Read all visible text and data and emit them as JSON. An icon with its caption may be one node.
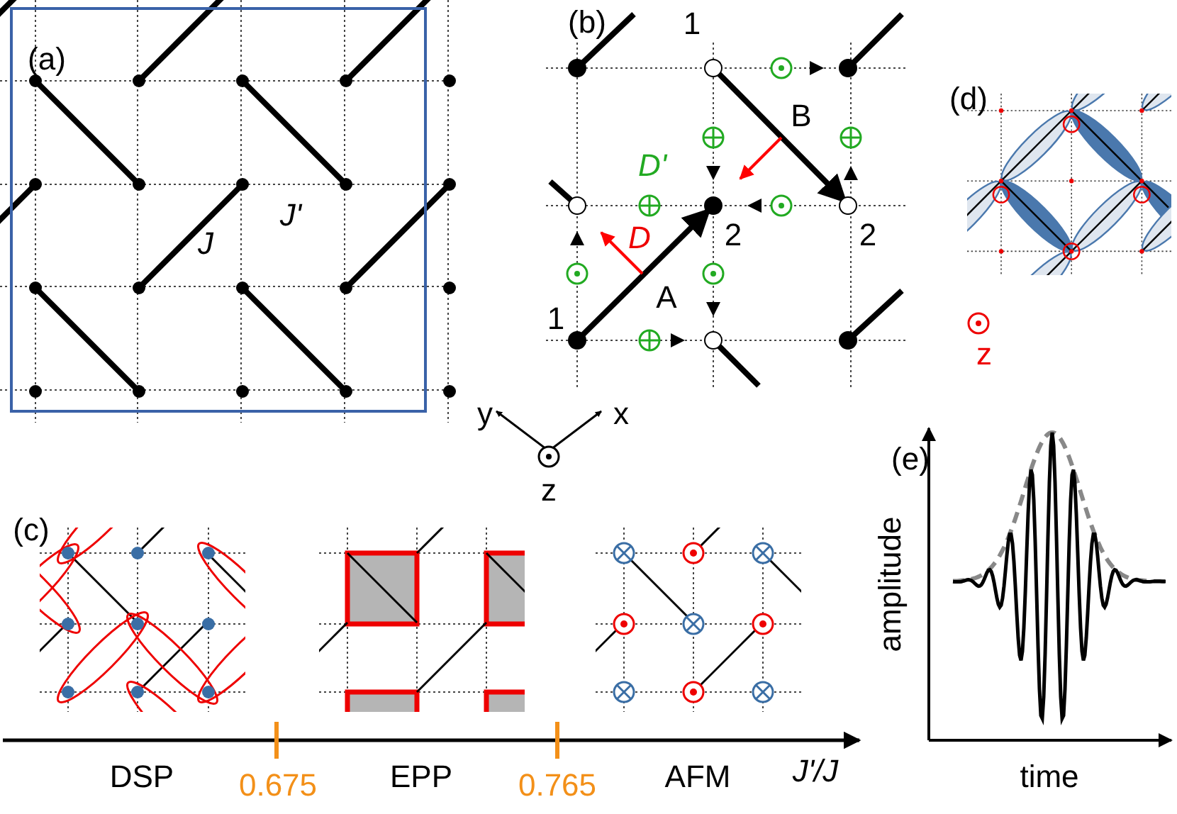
{
  "diagram": {
    "labels": [
      "(a)",
      "J'",
      "J",
      "(b)",
      "1",
      "B",
      "D'",
      "D",
      "2",
      "2",
      "A",
      "1",
      "(d)",
      "z",
      "y",
      "x",
      "z",
      "(e)",
      "(c)",
      "amplitude",
      "DSP",
      "0.675",
      "EPP",
      "0.765",
      "AFM",
      "J'/J",
      "time"
    ]
  }
}
